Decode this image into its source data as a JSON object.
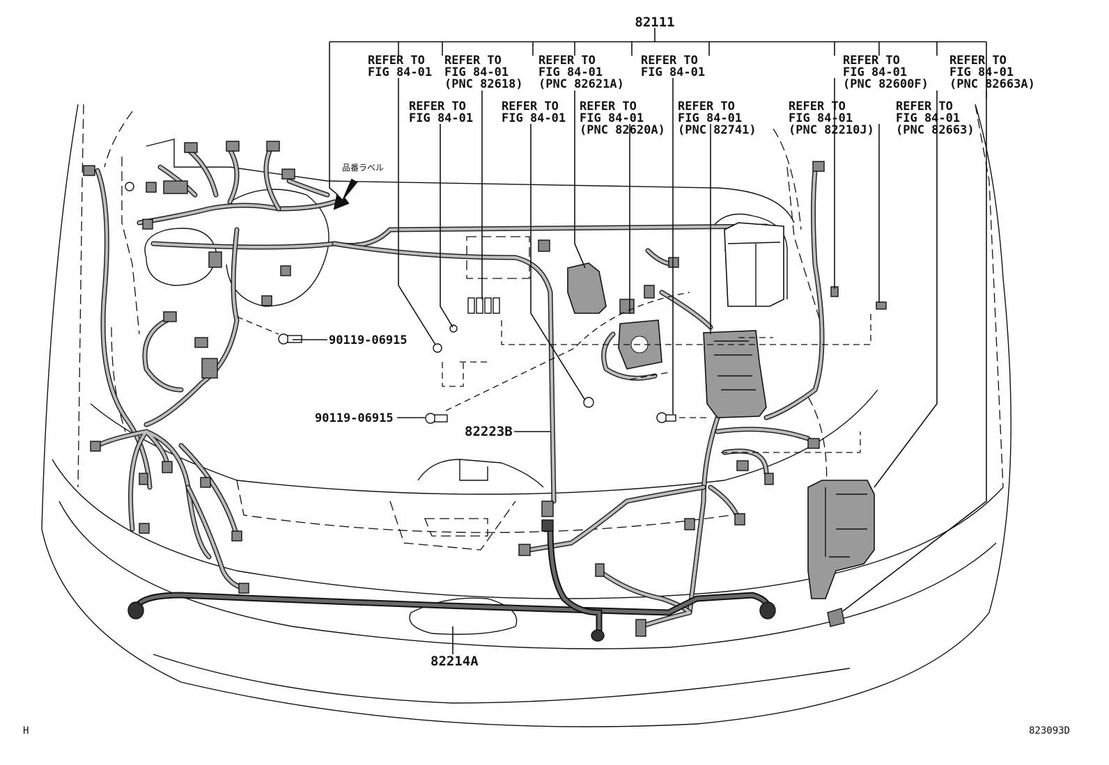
{
  "main_part_number": "82111",
  "refer_labels": [
    {
      "line1": "REFER TO",
      "line2": "FIG 84-01",
      "line3": ""
    },
    {
      "line1": "REFER TO",
      "line2": "FIG 84-01",
      "line3": "(PNC 82618)"
    },
    {
      "line1": "REFER TO",
      "line2": "FIG 84-01",
      "line3": "(PNC 82621A)"
    },
    {
      "line1": "REFER TO",
      "line2": "FIG 84-01",
      "line3": ""
    },
    {
      "line1": "REFER TO",
      "line2": "FIG 84-01",
      "line3": "(PNC 82600F)"
    },
    {
      "line1": "REFER TO",
      "line2": "FIG 84-01",
      "line3": "(PNC 82663A)"
    },
    {
      "line1": "REFER TO",
      "line2": "FIG 84-01",
      "line3": ""
    },
    {
      "line1": "REFER TO",
      "line2": "FIG 84-01",
      "line3": ""
    },
    {
      "line1": "REFER TO",
      "line2": "FIG 84-01",
      "line3": "(PNC 82620A)"
    },
    {
      "line1": "REFER TO",
      "line2": "FIG 84-01",
      "line3": "(PNC 82741)"
    },
    {
      "line1": "REFER TO",
      "line2": "FIG 84-01",
      "line3": "(PNC 82210J)"
    },
    {
      "line1": "REFER TO",
      "line2": "FIG 84-01",
      "line3": "(PNC 82663)"
    }
  ],
  "japanese_label": "品番ラベル",
  "bolt_labels": [
    "90119-06915",
    "90119-06915"
  ],
  "part_labels": {
    "harness_mid": "82223B",
    "harness_front": "82214A"
  },
  "footer": {
    "left": "H",
    "right": "823093D"
  }
}
